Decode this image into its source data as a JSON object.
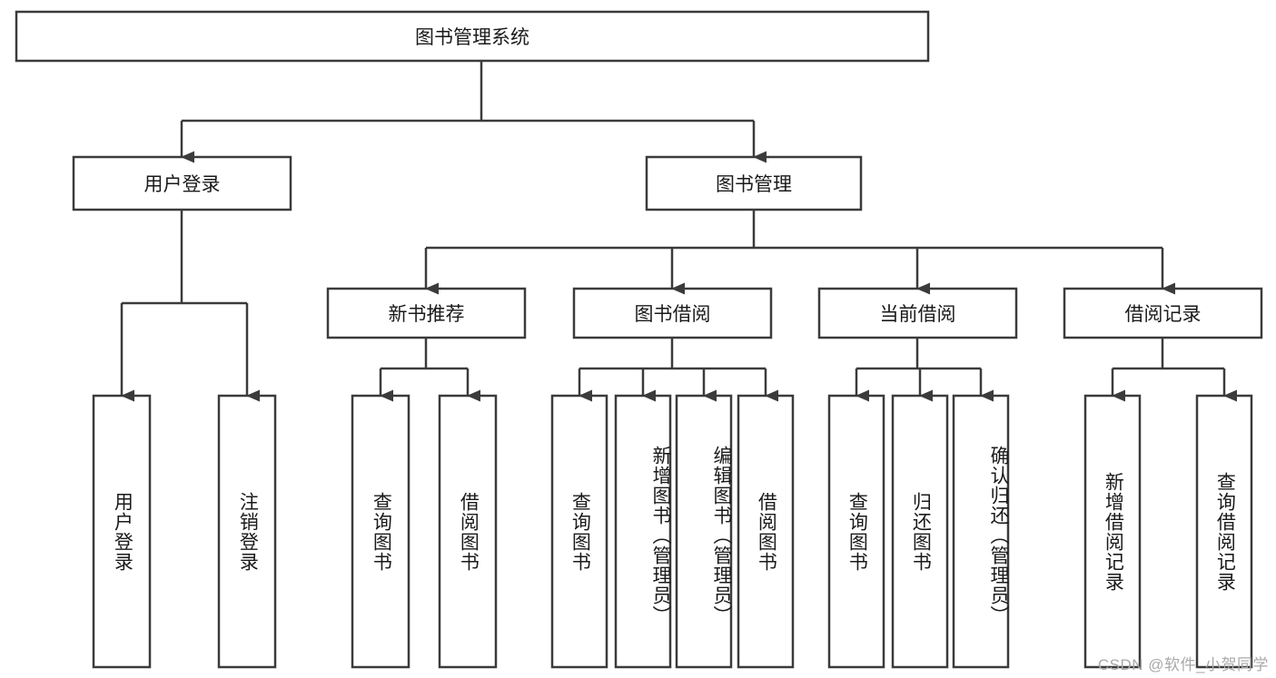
{
  "diagram": {
    "title": "图书管理系统",
    "type": "hierarchy-tree",
    "watermark": "CSDN @软件_小贺同学",
    "colors": {
      "box_stroke": "#3b3b3b",
      "box_fill": "#ffffff",
      "text": "#1a1a1a",
      "background": "#ffffff",
      "watermark": "#a9a9a9"
    },
    "levels": {
      "root": {
        "label": "图书管理系统"
      },
      "level2": [
        {
          "id": "user-login",
          "label": "用户登录"
        },
        {
          "id": "book-management",
          "label": "图书管理"
        }
      ],
      "level3": [
        {
          "id": "new-book-recommend",
          "label": "新书推荐",
          "parent": "book-management"
        },
        {
          "id": "book-borrow",
          "label": "图书借阅",
          "parent": "book-management"
        },
        {
          "id": "current-borrow",
          "label": "当前借阅",
          "parent": "book-management"
        },
        {
          "id": "borrow-record",
          "label": "借阅记录",
          "parent": "book-management"
        }
      ],
      "leaves": [
        {
          "id": "leaf-user-login",
          "label": "用户登录",
          "parent": "user-login"
        },
        {
          "id": "leaf-logout-login",
          "label": "注销登录",
          "parent": "user-login"
        },
        {
          "id": "leaf-query-book-1",
          "label": "查询图书",
          "parent": "new-book-recommend"
        },
        {
          "id": "leaf-borrow-book-1",
          "label": "借阅图书",
          "parent": "new-book-recommend"
        },
        {
          "id": "leaf-query-book-2",
          "label": "查询图书",
          "parent": "book-borrow"
        },
        {
          "id": "leaf-add-book",
          "label": "新增图书（管理员）",
          "parent": "book-borrow"
        },
        {
          "id": "leaf-edit-book",
          "label": "编辑图书（管理员）",
          "parent": "book-borrow"
        },
        {
          "id": "leaf-borrow-book-2",
          "label": "借阅图书",
          "parent": "book-borrow"
        },
        {
          "id": "leaf-query-book-3",
          "label": "查询图书",
          "parent": "current-borrow"
        },
        {
          "id": "leaf-return-book",
          "label": "归还图书",
          "parent": "current-borrow"
        },
        {
          "id": "leaf-confirm-return",
          "label": "确认归还（管理员）",
          "parent": "current-borrow"
        },
        {
          "id": "leaf-add-record",
          "label": "新增借阅记录",
          "parent": "borrow-record"
        },
        {
          "id": "leaf-query-record",
          "label": "查询借阅记录",
          "parent": "borrow-record"
        }
      ]
    }
  }
}
